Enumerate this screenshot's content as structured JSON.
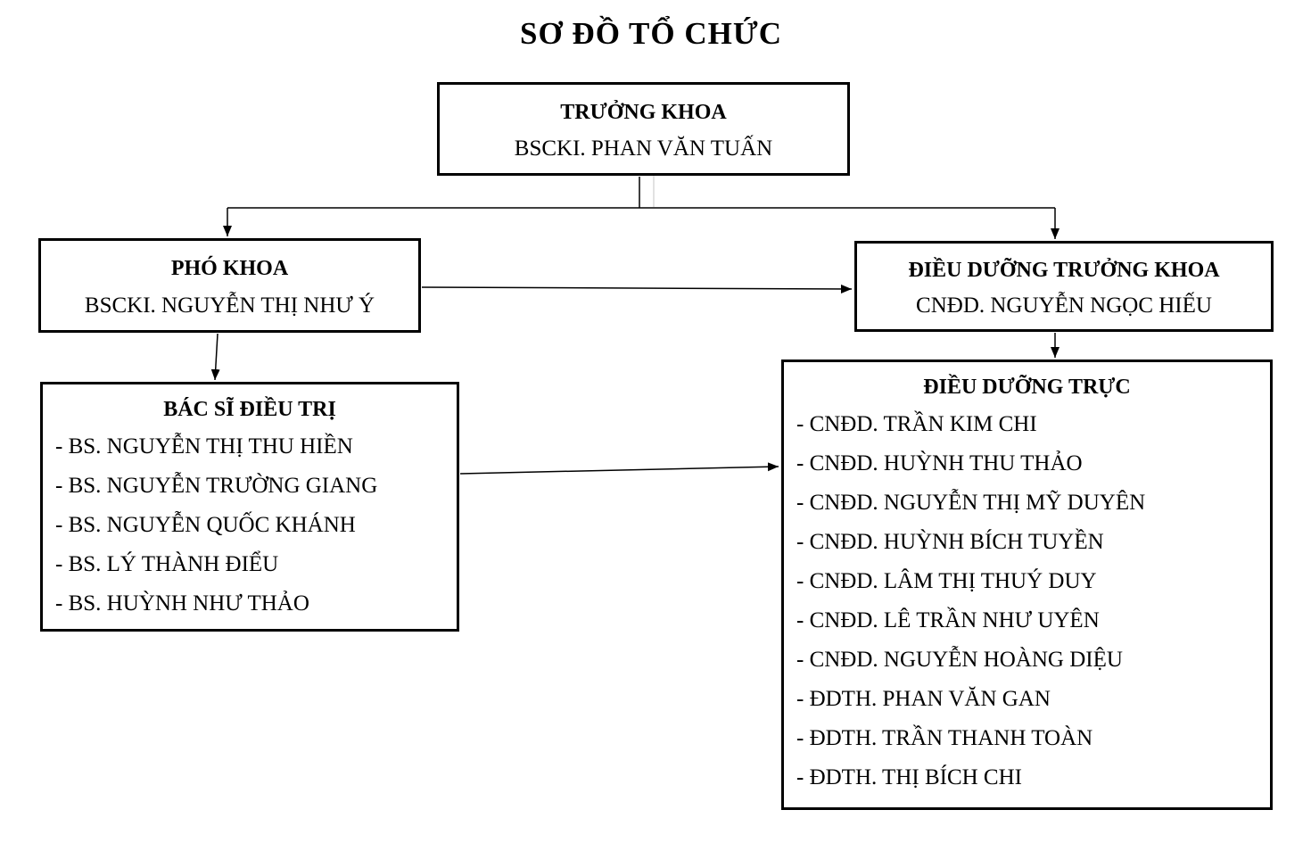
{
  "title": "SƠ ĐỒ TỔ CHỨC",
  "colors": {
    "background": "#ffffff",
    "text": "#000000",
    "box_border": "#000000",
    "connector": "#000000",
    "artifact_line": "#d9d9d9"
  },
  "org": {
    "head": {
      "role": "TRƯỞNG KHOA",
      "name": "BSCKI. PHAN VĂN TUẤN"
    },
    "deputy": {
      "role": "PHÓ KHOA",
      "name": "BSCKI. NGUYỄN THỊ NHƯ Ý"
    },
    "chief_nurse": {
      "role": "ĐIỀU DƯỠNG TRƯỞNG KHOA",
      "name": "CNĐD. NGUYỄN NGỌC HIẾU"
    },
    "doctors": {
      "role": "BÁC SĨ ĐIỀU TRỊ",
      "members": [
        "- BS. NGUYỄN THỊ THU HIỀN",
        "- BS. NGUYỄN TRƯỜNG GIANG",
        "- BS. NGUYỄN QUỐC KHÁNH",
        "- BS. LÝ THÀNH ĐIỂU",
        "- BS. HUỲNH NHƯ THẢO"
      ]
    },
    "nurses": {
      "role": "ĐIỀU DƯỠNG TRỰC",
      "members": [
        "- CNĐD. TRẦN KIM CHI",
        "- CNĐD. HUỲNH THU THẢO",
        "- CNĐD. NGUYỄN THỊ MỸ DUYÊN",
        "- CNĐD. HUỲNH BÍCH TUYỀN",
        "- CNĐD. LÂM THỊ THUÝ DUY",
        "- CNĐD. LÊ TRẦN NHƯ UYÊN",
        "- CNĐD. NGUYỄN HOÀNG DIỆU",
        "- ĐDTH. PHAN VĂN GAN",
        "- ĐDTH. TRẦN THANH TOÀN",
        "- ĐDTH. THỊ BÍCH CHI"
      ]
    }
  }
}
